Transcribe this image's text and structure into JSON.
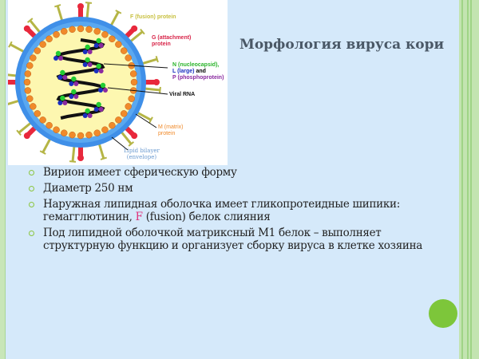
{
  "slide": {
    "title": "Морфология вируса кори",
    "bullets": [
      {
        "text": "Вирион имеет сферическую форму"
      },
      {
        "text": "Диаметр 250 нм"
      },
      {
        "text_before": "Наружная липидная оболочка имеет гликопротеидные шипики: гемагглютинин, ",
        "highlight": "F",
        "text_after": " (fusion) белок слияния"
      },
      {
        "text": "Под липидной оболочкой матриксный М1 белок – выполняет структурную функцию и организует сборку вируса в клетке хозяина"
      }
    ]
  },
  "diagram": {
    "labels": {
      "f_protein": "F (fusion) protein",
      "g_protein_1": "G (attachment)",
      "g_protein_2": "protein",
      "n": "N (nucleocapsid),",
      "l": "L (large)",
      "and": " and",
      "p": "P (phosphoprotein)",
      "rna": "Viral RNA",
      "m_1": "M (matrix)",
      "m_2": "protein",
      "lipid_1": "Lipid bilayer",
      "lipid_2": "(envelope)"
    },
    "colors": {
      "envelope": "#3f8fe8",
      "matrix": "#f08a2a",
      "core": "#fdf7b0",
      "g_protein": "#e8283c",
      "f_protein": "#b5b545",
      "n": "#22cc33",
      "l": "#1a2fc0",
      "p": "#8a2aa0"
    }
  },
  "decor": {
    "accent": "#8cc63f",
    "circle": "#7dc63a"
  }
}
